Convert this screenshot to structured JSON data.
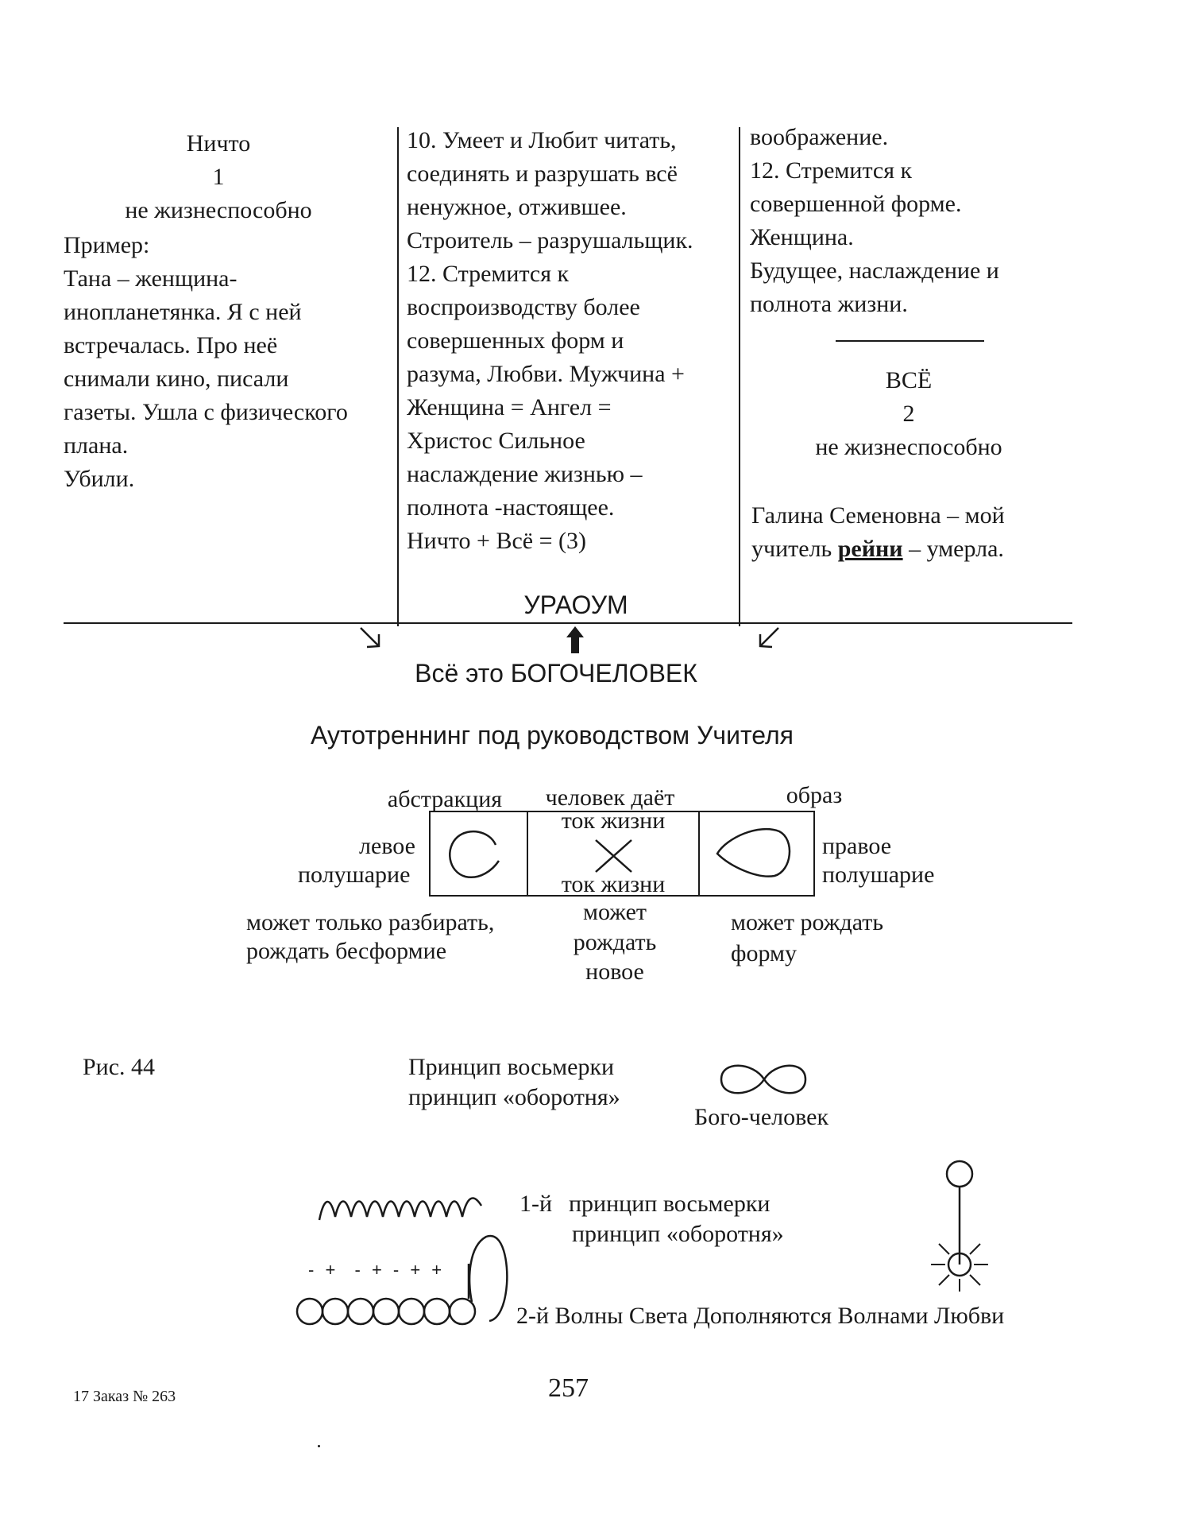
{
  "columns": {
    "left": {
      "heading": "Ничто",
      "number": "1",
      "subheading": "не жизнеспособно",
      "lines": [
        "Пример:",
        "Тана – женщина-",
        "инопланетянка. Я с ней",
        "встречалась. Про неё",
        "снимали кино, писали",
        "газеты. Ушла с физического",
        "плана.",
        "Убили."
      ]
    },
    "middle": {
      "lines": [
        "10. Умеет и Любит читать,",
        "соединять и разрушать   всё",
        "ненужное, отжившее.",
        "Строитель – разрушальщик.",
        "12. Стремится к",
        "воспроизводству более",
        "совершенных форм и",
        "разума, Любви. Мужчина +",
        "Женщина = Ангел =",
        "Христос Сильное",
        "наслаждение жизнью –",
        "полнота -настоящее.",
        "Ничто + Всё = (3)"
      ],
      "bottom_label": "УРАОУМ"
    },
    "right": {
      "lines": [
        "воображение.",
        "12. Стремится к",
        "совершенной форме.",
        "Женщина.",
        "Будущее, наслаждение и",
        "полнота жизни."
      ],
      "heading": "ВСЁ",
      "number": "2",
      "subheading": "не жизнеспособно",
      "note_line1": "Галина Семеновна – мой",
      "note_prefix": "учитель ",
      "note_bold": "рейни",
      "note_suffix": " – умерла."
    }
  },
  "summary": "Всё это БОГОЧЕЛОВЕК",
  "autotraining_title": "Аутотреннинг под руководством Учителя",
  "diagram": {
    "top_left": "абстракция",
    "top_center": "человек даёт",
    "top_right": "образ",
    "inner_top": "ток жизни",
    "inner_bottom": "ток жизни",
    "left_side_1": "левое",
    "left_side_2": "полушарие",
    "right_side_1": "правое",
    "right_side_2": "полушарие",
    "below_left_1": "может только разбирать,",
    "below_left_2": "рождать бесформие",
    "below_center_1": "может",
    "below_center_2": "рождать",
    "below_center_3": "новое",
    "below_right_1": "может рождать",
    "below_right_2": "форму"
  },
  "figure_label": "Рис. 44",
  "principle_1": "Принцип восьмерки",
  "principle_2": "принцип «оборотня»",
  "infinity_label": "Бого-человек",
  "first_principle_num": "1-й",
  "first_principle_1": "принцип восьмерки",
  "first_principle_2": "принцип «оборотня»",
  "signs": "- +  - + - + +",
  "second_principle": "2-й  Волны Света Дополняются Волнами Любви",
  "page_number": "257",
  "footer_order": "17 Заказ № 263"
}
